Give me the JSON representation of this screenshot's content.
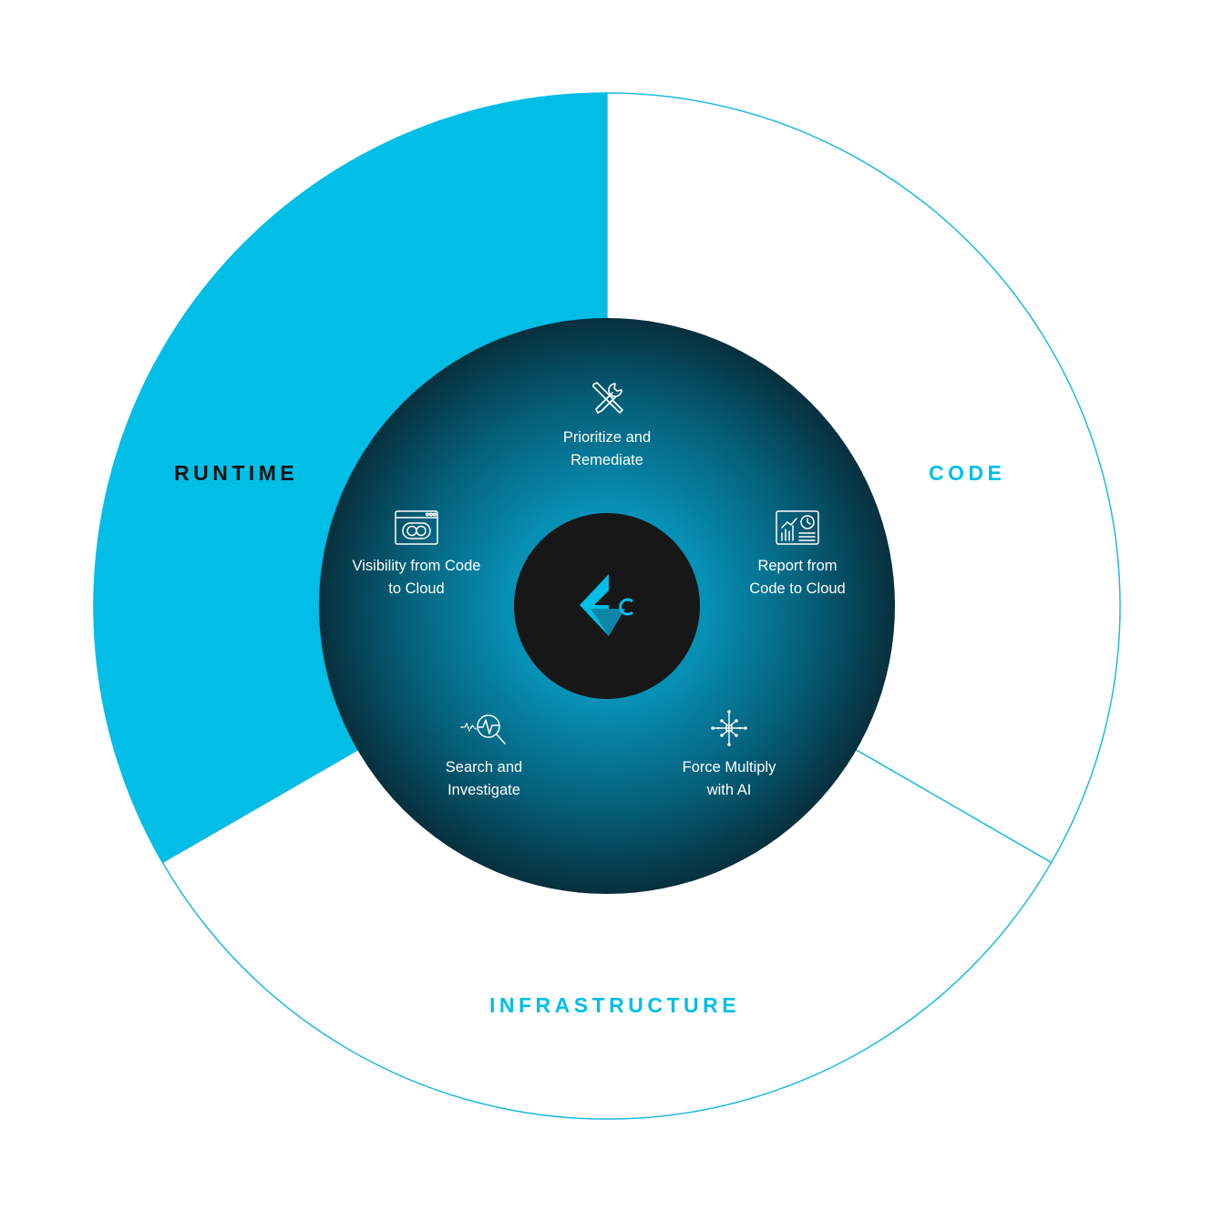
{
  "segments": {
    "runtime": {
      "label": "RUNTIME",
      "active": true
    },
    "code": {
      "label": "CODE",
      "active": false
    },
    "infrastructure": {
      "label": "INFRASTRUCTURE",
      "active": false
    }
  },
  "features": [
    {
      "label": "Prioritize and\nRemediate",
      "icon": "tools-icon"
    },
    {
      "label": "Report from\nCode to Cloud",
      "icon": "dashboard-report-icon"
    },
    {
      "label": "Force Multiply\nwith AI",
      "icon": "ai-network-icon"
    },
    {
      "label": "Search and\nInvestigate",
      "icon": "search-waveform-icon"
    },
    {
      "label": "Visibility from Code\nto Cloud",
      "icon": "browser-window-icon"
    }
  ],
  "center": {
    "logo": "brand-logo-icon"
  },
  "colors": {
    "accent": "#00bee6",
    "label_dark": "#111111",
    "hub_dark": "#0a3340",
    "hub_glow": "#0aa5cc",
    "core": "#171717",
    "outline": "#20b9e0"
  }
}
